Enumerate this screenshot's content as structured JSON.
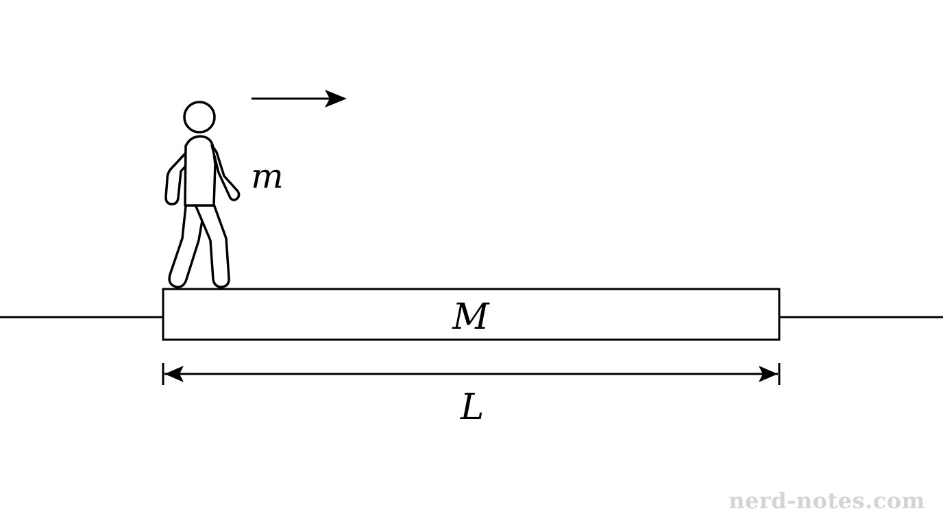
{
  "diagram": {
    "person_label": "m",
    "plank_label": "M",
    "length_label": "L"
  },
  "watermark": {
    "text": "nerd-notes.com"
  },
  "colors": {
    "stroke": "#000000",
    "background": "#ffffff",
    "watermark": "#d4d4d4"
  }
}
